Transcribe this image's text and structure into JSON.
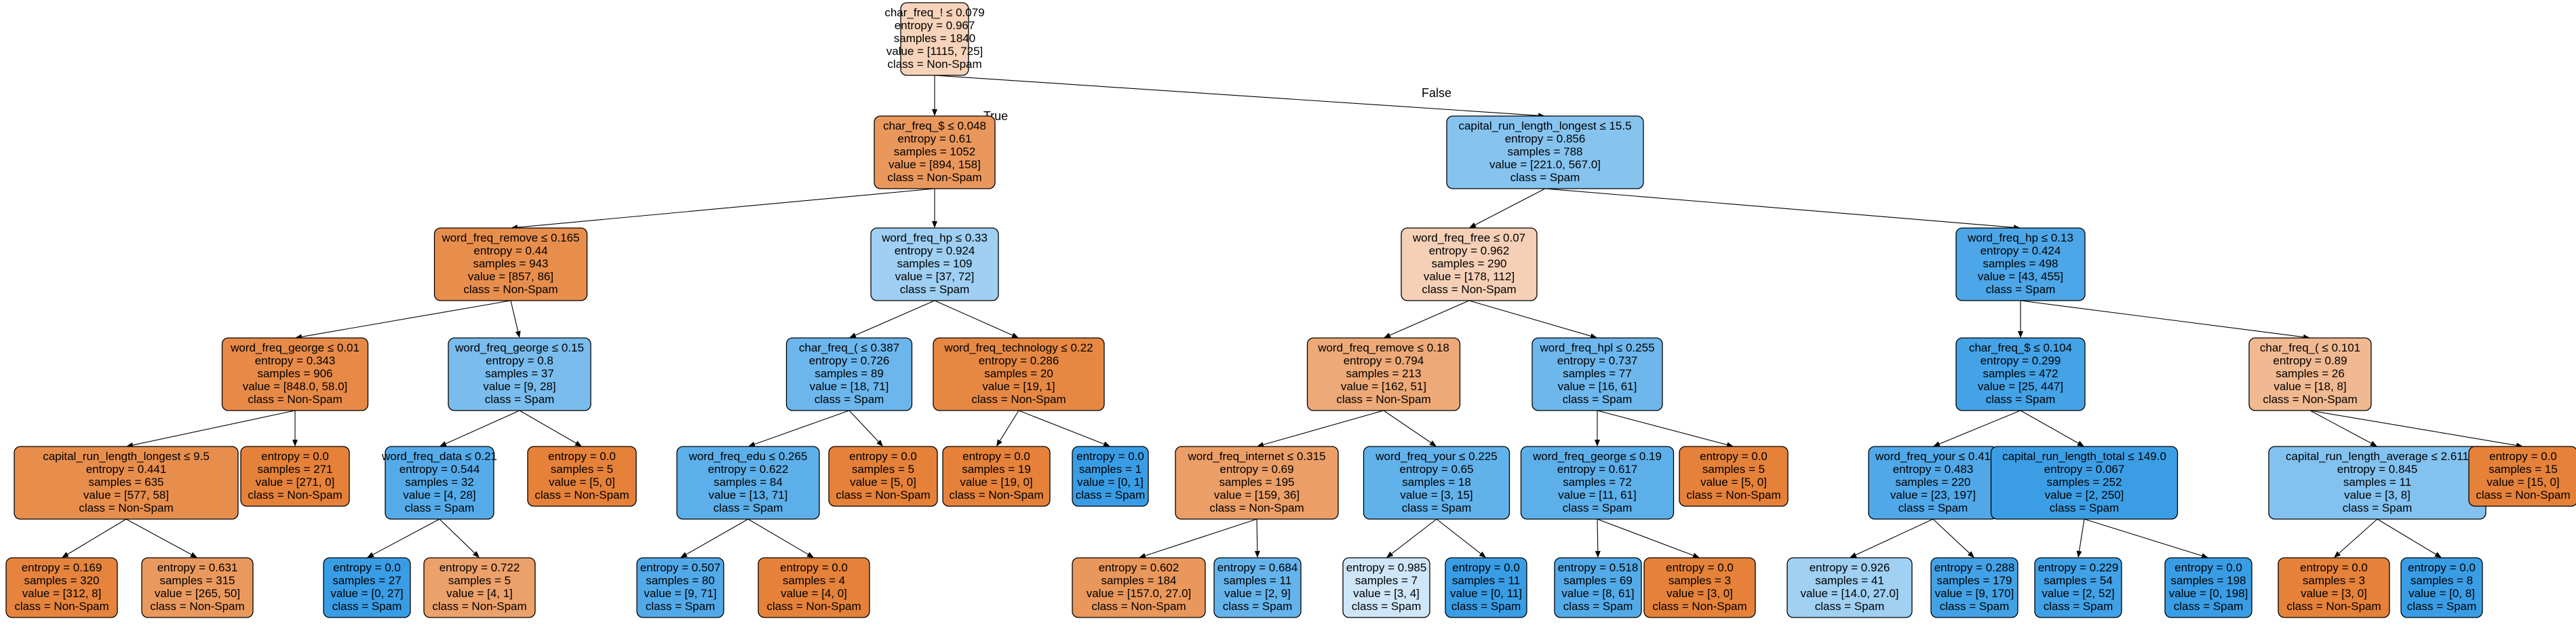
{
  "tree": {
    "class_colors": {
      "Non-Spam": "#e58139",
      "Spam": "#399de5"
    },
    "branch_labels": {
      "true": "True",
      "false": "False"
    },
    "nodes": [
      {
        "id": "n0",
        "lines": [
          "char_freq_! ≤ 0.079",
          "entropy = 0.967",
          "samples = 1840",
          "value = [1115, 725]",
          "class = Non-Spam"
        ],
        "fill": "#f6d3ba"
      },
      {
        "id": "n1",
        "lines": [
          "char_freq_$ ≤ 0.048",
          "entropy = 0.61",
          "samples = 1052",
          "value = [894, 158]",
          "class = Non-Spam"
        ],
        "fill": "#ea975c"
      },
      {
        "id": "n2",
        "lines": [
          "capital_run_length_longest ≤ 15.5",
          "entropy = 0.856",
          "samples = 788",
          "value = [221.0, 567.0]",
          "class = Spam"
        ],
        "fill": "#86c3ef"
      },
      {
        "id": "n3",
        "lines": [
          "word_freq_remove ≤ 0.165",
          "entropy = 0.44",
          "samples = 943",
          "value = [857, 86]",
          "class = Non-Spam"
        ],
        "fill": "#e88e4d"
      },
      {
        "id": "n4",
        "lines": [
          "word_freq_hp ≤ 0.33",
          "entropy = 0.924",
          "samples = 109",
          "value = [37, 72]",
          "class = Spam"
        ],
        "fill": "#9fcff2"
      },
      {
        "id": "n5",
        "lines": [
          "word_freq_free ≤ 0.07",
          "entropy = 0.962",
          "samples = 290",
          "value = [178, 112]",
          "class = Non-Spam"
        ],
        "fill": "#f5d0b6"
      },
      {
        "id": "n6",
        "lines": [
          "word_freq_hp ≤ 0.13",
          "entropy = 0.424",
          "samples = 498",
          "value = [43, 455]",
          "class = Spam"
        ],
        "fill": "#4ca6e7"
      },
      {
        "id": "n7",
        "lines": [
          "word_freq_george ≤ 0.01",
          "entropy = 0.343",
          "samples = 906",
          "value = [848.0, 58.0]",
          "class = Non-Spam"
        ],
        "fill": "#e78a47"
      },
      {
        "id": "n8",
        "lines": [
          "word_freq_george ≤ 0.15",
          "entropy = 0.8",
          "samples = 37",
          "value = [9, 28]",
          "class = Spam"
        ],
        "fill": "#79bced"
      },
      {
        "id": "n9",
        "lines": [
          "char_freq_( ≤ 0.387",
          "entropy = 0.726",
          "samples = 89",
          "value = [18, 71]",
          "class = Spam"
        ],
        "fill": "#6bb6ec"
      },
      {
        "id": "n10",
        "lines": [
          "word_freq_technology ≤ 0.22",
          "entropy = 0.286",
          "samples = 20",
          "value = [19, 1]",
          "class = Non-Spam"
        ],
        "fill": "#e68843"
      },
      {
        "id": "n11",
        "lines": [
          "word_freq_remove ≤ 0.18",
          "entropy = 0.794",
          "samples = 213",
          "value = [162, 51]",
          "class = Non-Spam"
        ],
        "fill": "#eda977"
      },
      {
        "id": "n12",
        "lines": [
          "word_freq_hpl ≤ 0.255",
          "entropy = 0.737",
          "samples = 77",
          "value = [16, 61]",
          "class = Spam"
        ],
        "fill": "#6db7ec"
      },
      {
        "id": "n13",
        "lines": [
          "char_freq_$ ≤ 0.104",
          "entropy = 0.299",
          "samples = 472",
          "value = [25, 447]",
          "class = Spam"
        ],
        "fill": "#44a2e6"
      },
      {
        "id": "n14",
        "lines": [
          "char_freq_( ≤ 0.101",
          "entropy = 0.89",
          "samples = 26",
          "value = [18, 8]",
          "class = Non-Spam"
        ],
        "fill": "#f1b991"
      },
      {
        "id": "n15",
        "lines": [
          "capital_run_length_longest ≤ 9.5",
          "entropy = 0.441",
          "samples = 635",
          "value = [577, 58]",
          "class = Non-Spam"
        ],
        "fill": "#e88e4d"
      },
      {
        "id": "n16",
        "lines": [
          "entropy = 0.0",
          "samples = 271",
          "value = [271, 0]",
          "class = Non-Spam"
        ],
        "fill": "#e58139"
      },
      {
        "id": "n17",
        "lines": [
          "word_freq_data ≤ 0.21",
          "entropy = 0.544",
          "samples = 32",
          "value = [4, 28]",
          "class = Spam"
        ],
        "fill": "#55abe9"
      },
      {
        "id": "n18",
        "lines": [
          "entropy = 0.0",
          "samples = 5",
          "value = [5, 0]",
          "class = Non-Spam"
        ],
        "fill": "#e58139"
      },
      {
        "id": "n19",
        "lines": [
          "word_freq_edu ≤ 0.265",
          "entropy = 0.622",
          "samples = 84",
          "value = [13, 71]",
          "class = Spam"
        ],
        "fill": "#5dafea"
      },
      {
        "id": "n20",
        "lines": [
          "entropy = 0.0",
          "samples = 5",
          "value = [5, 0]",
          "class = Non-Spam"
        ],
        "fill": "#e58139"
      },
      {
        "id": "n21",
        "lines": [
          "entropy = 0.0",
          "samples = 19",
          "value = [19, 0]",
          "class = Non-Spam"
        ],
        "fill": "#e58139"
      },
      {
        "id": "n22",
        "lines": [
          "entropy = 0.0",
          "samples = 1",
          "value = [0, 1]",
          "class = Spam"
        ],
        "fill": "#399de5"
      },
      {
        "id": "n23",
        "lines": [
          "word_freq_internet ≤ 0.315",
          "entropy = 0.69",
          "samples = 195",
          "value = [159, 36]",
          "class = Non-Spam"
        ],
        "fill": "#eb9e66"
      },
      {
        "id": "n24",
        "lines": [
          "word_freq_your ≤ 0.225",
          "entropy = 0.65",
          "samples = 18",
          "value = [3, 15]",
          "class = Spam"
        ],
        "fill": "#61b1ea"
      },
      {
        "id": "n25",
        "lines": [
          "word_freq_george ≤ 0.19",
          "entropy = 0.617",
          "samples = 72",
          "value = [11, 61]",
          "class = Spam"
        ],
        "fill": "#5dafea"
      },
      {
        "id": "n26",
        "lines": [
          "entropy = 0.0",
          "samples = 5",
          "value = [5, 0]",
          "class = Non-Spam"
        ],
        "fill": "#e58139"
      },
      {
        "id": "n27",
        "lines": [
          "word_freq_your ≤ 0.41",
          "entropy = 0.483",
          "samples = 220",
          "value = [23, 197]",
          "class = Spam"
        ],
        "fill": "#50a8e8"
      },
      {
        "id": "n28",
        "lines": [
          "capital_run_length_total ≤ 149.0",
          "entropy = 0.067",
          "samples = 252",
          "value = [2, 250]",
          "class = Spam"
        ],
        "fill": "#3b9ee5"
      },
      {
        "id": "n29",
        "lines": [
          "capital_run_length_average ≤ 2.611",
          "entropy = 0.845",
          "samples = 11",
          "value = [3, 8]",
          "class = Spam"
        ],
        "fill": "#83c2ef"
      },
      {
        "id": "n30",
        "lines": [
          "entropy = 0.0",
          "samples = 15",
          "value = [15, 0]",
          "class = Non-Spam"
        ],
        "fill": "#e58139"
      },
      {
        "id": "n31",
        "lines": [
          "entropy = 0.169",
          "samples = 320",
          "value = [312, 8]",
          "class = Non-Spam"
        ],
        "fill": "#e6843e"
      },
      {
        "id": "n32",
        "lines": [
          "entropy = 0.631",
          "samples = 315",
          "value = [265, 50]",
          "class = Non-Spam"
        ],
        "fill": "#ea995e"
      },
      {
        "id": "n33",
        "lines": [
          "entropy = 0.0",
          "samples = 27",
          "value = [0, 27]",
          "class = Spam"
        ],
        "fill": "#399de5"
      },
      {
        "id": "n34",
        "lines": [
          "entropy = 0.722",
          "samples = 5",
          "value = [4, 1]",
          "class = Non-Spam"
        ],
        "fill": "#eca06a"
      },
      {
        "id": "n35",
        "lines": [
          "entropy = 0.507",
          "samples = 80",
          "value = [9, 71]",
          "class = Spam"
        ],
        "fill": "#52a9e8"
      },
      {
        "id": "n36",
        "lines": [
          "entropy = 0.0",
          "samples = 4",
          "value = [4, 0]",
          "class = Non-Spam"
        ],
        "fill": "#e58139"
      },
      {
        "id": "n37",
        "lines": [
          "entropy = 0.602",
          "samples = 184",
          "value = [157.0, 27.0]",
          "class = Non-Spam"
        ],
        "fill": "#e9975b"
      },
      {
        "id": "n38",
        "lines": [
          "entropy = 0.684",
          "samples = 11",
          "value = [2, 9]",
          "class = Spam"
        ],
        "fill": "#65b3eb"
      },
      {
        "id": "n39",
        "lines": [
          "entropy = 0.985",
          "samples = 7",
          "value = [3, 4]",
          "class = Spam"
        ],
        "fill": "#cee6f8"
      },
      {
        "id": "n40",
        "lines": [
          "entropy = 0.0",
          "samples = 11",
          "value = [0, 11]",
          "class = Spam"
        ],
        "fill": "#399de5"
      },
      {
        "id": "n41",
        "lines": [
          "entropy = 0.518",
          "samples = 69",
          "value = [8, 61]",
          "class = Spam"
        ],
        "fill": "#53aae8"
      },
      {
        "id": "n42",
        "lines": [
          "entropy = 0.0",
          "samples = 3",
          "value = [3, 0]",
          "class = Non-Spam"
        ],
        "fill": "#e58139"
      },
      {
        "id": "n43",
        "lines": [
          "entropy = 0.926",
          "samples = 41",
          "value = [14.0, 27.0]",
          "class = Spam"
        ],
        "fill": "#a0d0f2"
      },
      {
        "id": "n44",
        "lines": [
          "entropy = 0.288",
          "samples = 179",
          "value = [9, 170]",
          "class = Spam"
        ],
        "fill": "#43a2e6"
      },
      {
        "id": "n45",
        "lines": [
          "entropy = 0.229",
          "samples = 54",
          "value = [2, 52]",
          "class = Spam"
        ],
        "fill": "#41a1e6"
      },
      {
        "id": "n46",
        "lines": [
          "entropy = 0.0",
          "samples = 198",
          "value = [0, 198]",
          "class = Spam"
        ],
        "fill": "#399de5"
      },
      {
        "id": "n47",
        "lines": [
          "entropy = 0.0",
          "samples = 3",
          "value = [3, 0]",
          "class = Non-Spam"
        ],
        "fill": "#e58139"
      },
      {
        "id": "n48",
        "lines": [
          "entropy = 0.0",
          "samples = 8",
          "value = [0, 8]",
          "class = Spam"
        ],
        "fill": "#399de5"
      }
    ],
    "edges": [
      [
        "n0",
        "n1"
      ],
      [
        "n0",
        "n2"
      ],
      [
        "n1",
        "n3"
      ],
      [
        "n1",
        "n4"
      ],
      [
        "n2",
        "n5"
      ],
      [
        "n2",
        "n6"
      ],
      [
        "n3",
        "n7"
      ],
      [
        "n3",
        "n8"
      ],
      [
        "n4",
        "n9"
      ],
      [
        "n4",
        "n10"
      ],
      [
        "n5",
        "n11"
      ],
      [
        "n5",
        "n12"
      ],
      [
        "n6",
        "n13"
      ],
      [
        "n6",
        "n14"
      ],
      [
        "n7",
        "n15"
      ],
      [
        "n7",
        "n16"
      ],
      [
        "n8",
        "n17"
      ],
      [
        "n8",
        "n18"
      ],
      [
        "n9",
        "n19"
      ],
      [
        "n9",
        "n20"
      ],
      [
        "n10",
        "n21"
      ],
      [
        "n10",
        "n22"
      ],
      [
        "n11",
        "n23"
      ],
      [
        "n11",
        "n24"
      ],
      [
        "n12",
        "n25"
      ],
      [
        "n12",
        "n26"
      ],
      [
        "n13",
        "n27"
      ],
      [
        "n13",
        "n28"
      ],
      [
        "n14",
        "n29"
      ],
      [
        "n14",
        "n30"
      ],
      [
        "n15",
        "n31"
      ],
      [
        "n15",
        "n32"
      ],
      [
        "n17",
        "n33"
      ],
      [
        "n17",
        "n34"
      ],
      [
        "n19",
        "n35"
      ],
      [
        "n19",
        "n36"
      ],
      [
        "n23",
        "n37"
      ],
      [
        "n23",
        "n38"
      ],
      [
        "n24",
        "n39"
      ],
      [
        "n24",
        "n40"
      ],
      [
        "n25",
        "n41"
      ],
      [
        "n25",
        "n42"
      ],
      [
        "n27",
        "n43"
      ],
      [
        "n27",
        "n44"
      ],
      [
        "n28",
        "n45"
      ],
      [
        "n28",
        "n46"
      ],
      [
        "n29",
        "n47"
      ],
      [
        "n29",
        "n48"
      ]
    ]
  }
}
